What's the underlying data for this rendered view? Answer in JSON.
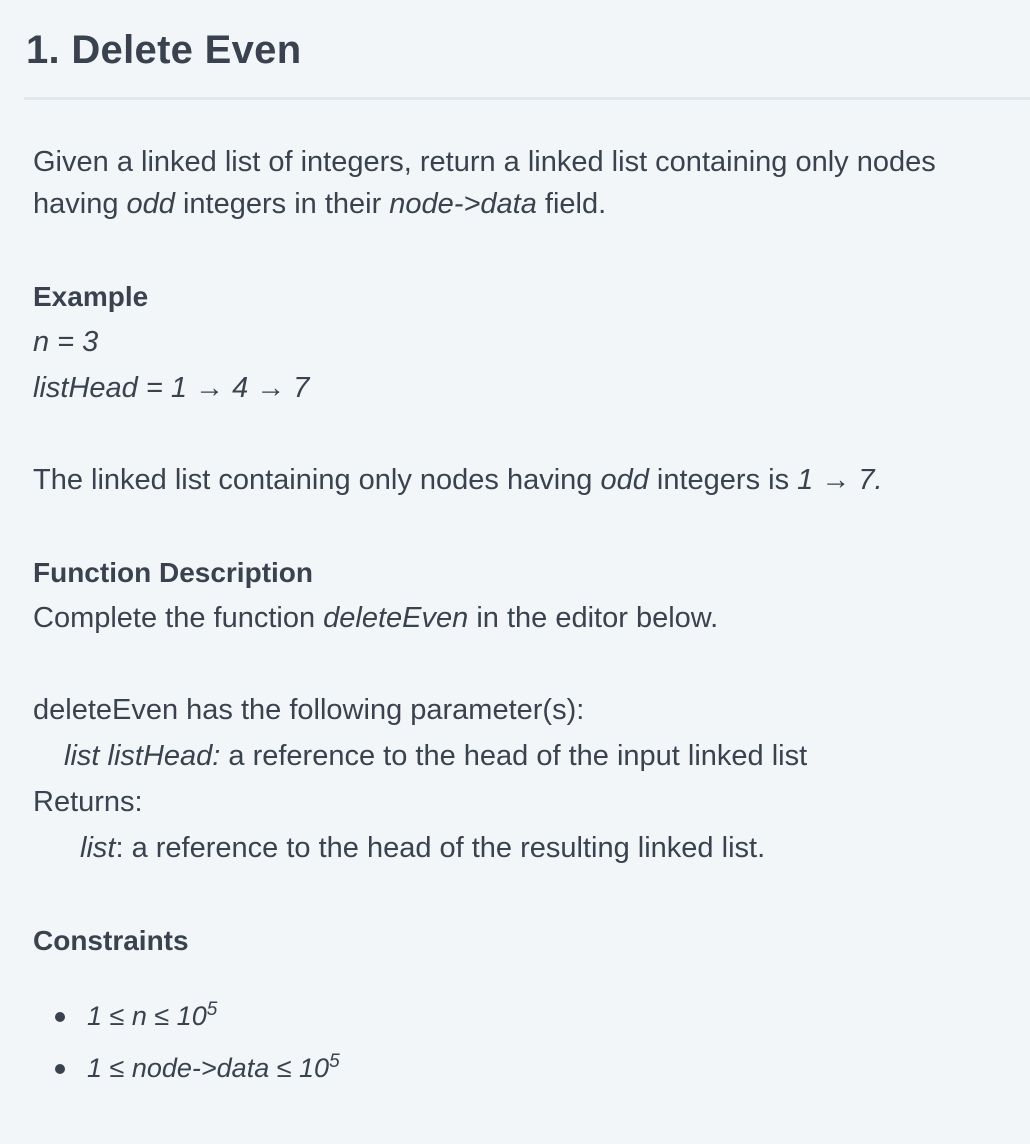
{
  "title": "1. Delete Even",
  "intro": {
    "line1": "Given a linked list of integers, return a linked list containing only nodes",
    "line2_a": "having ",
    "line2_b": "odd",
    "line2_c": " integers in their ",
    "line2_d": "node->data",
    "line2_e": " field."
  },
  "example": {
    "heading": "Example",
    "n_line": "n = 3",
    "list_line": "listHead = 1 → 4 → 7",
    "result_a": "The linked list containing only nodes having ",
    "result_b": "odd",
    "result_c": " integers is ",
    "result_d": "1 → 7."
  },
  "function_description": {
    "heading": "Function Description",
    "complete_a": "Complete the function ",
    "complete_b": "deleteEven",
    "complete_c": " in the editor below.",
    "params_line": "deleteEven has the following parameter(s):",
    "param_name": "list listHead:",
    "param_desc": "  a reference to the head of the input linked list",
    "returns_label": "Returns:",
    "return_name": "list",
    "return_desc": ": a reference to the head of the resulting linked list."
  },
  "constraints": {
    "heading": "Constraints",
    "items": [
      {
        "text": "1 ≤ n ≤ 10",
        "sup": "5"
      },
      {
        "text": "1 ≤ node->data ≤ 10",
        "sup": "5"
      }
    ]
  }
}
